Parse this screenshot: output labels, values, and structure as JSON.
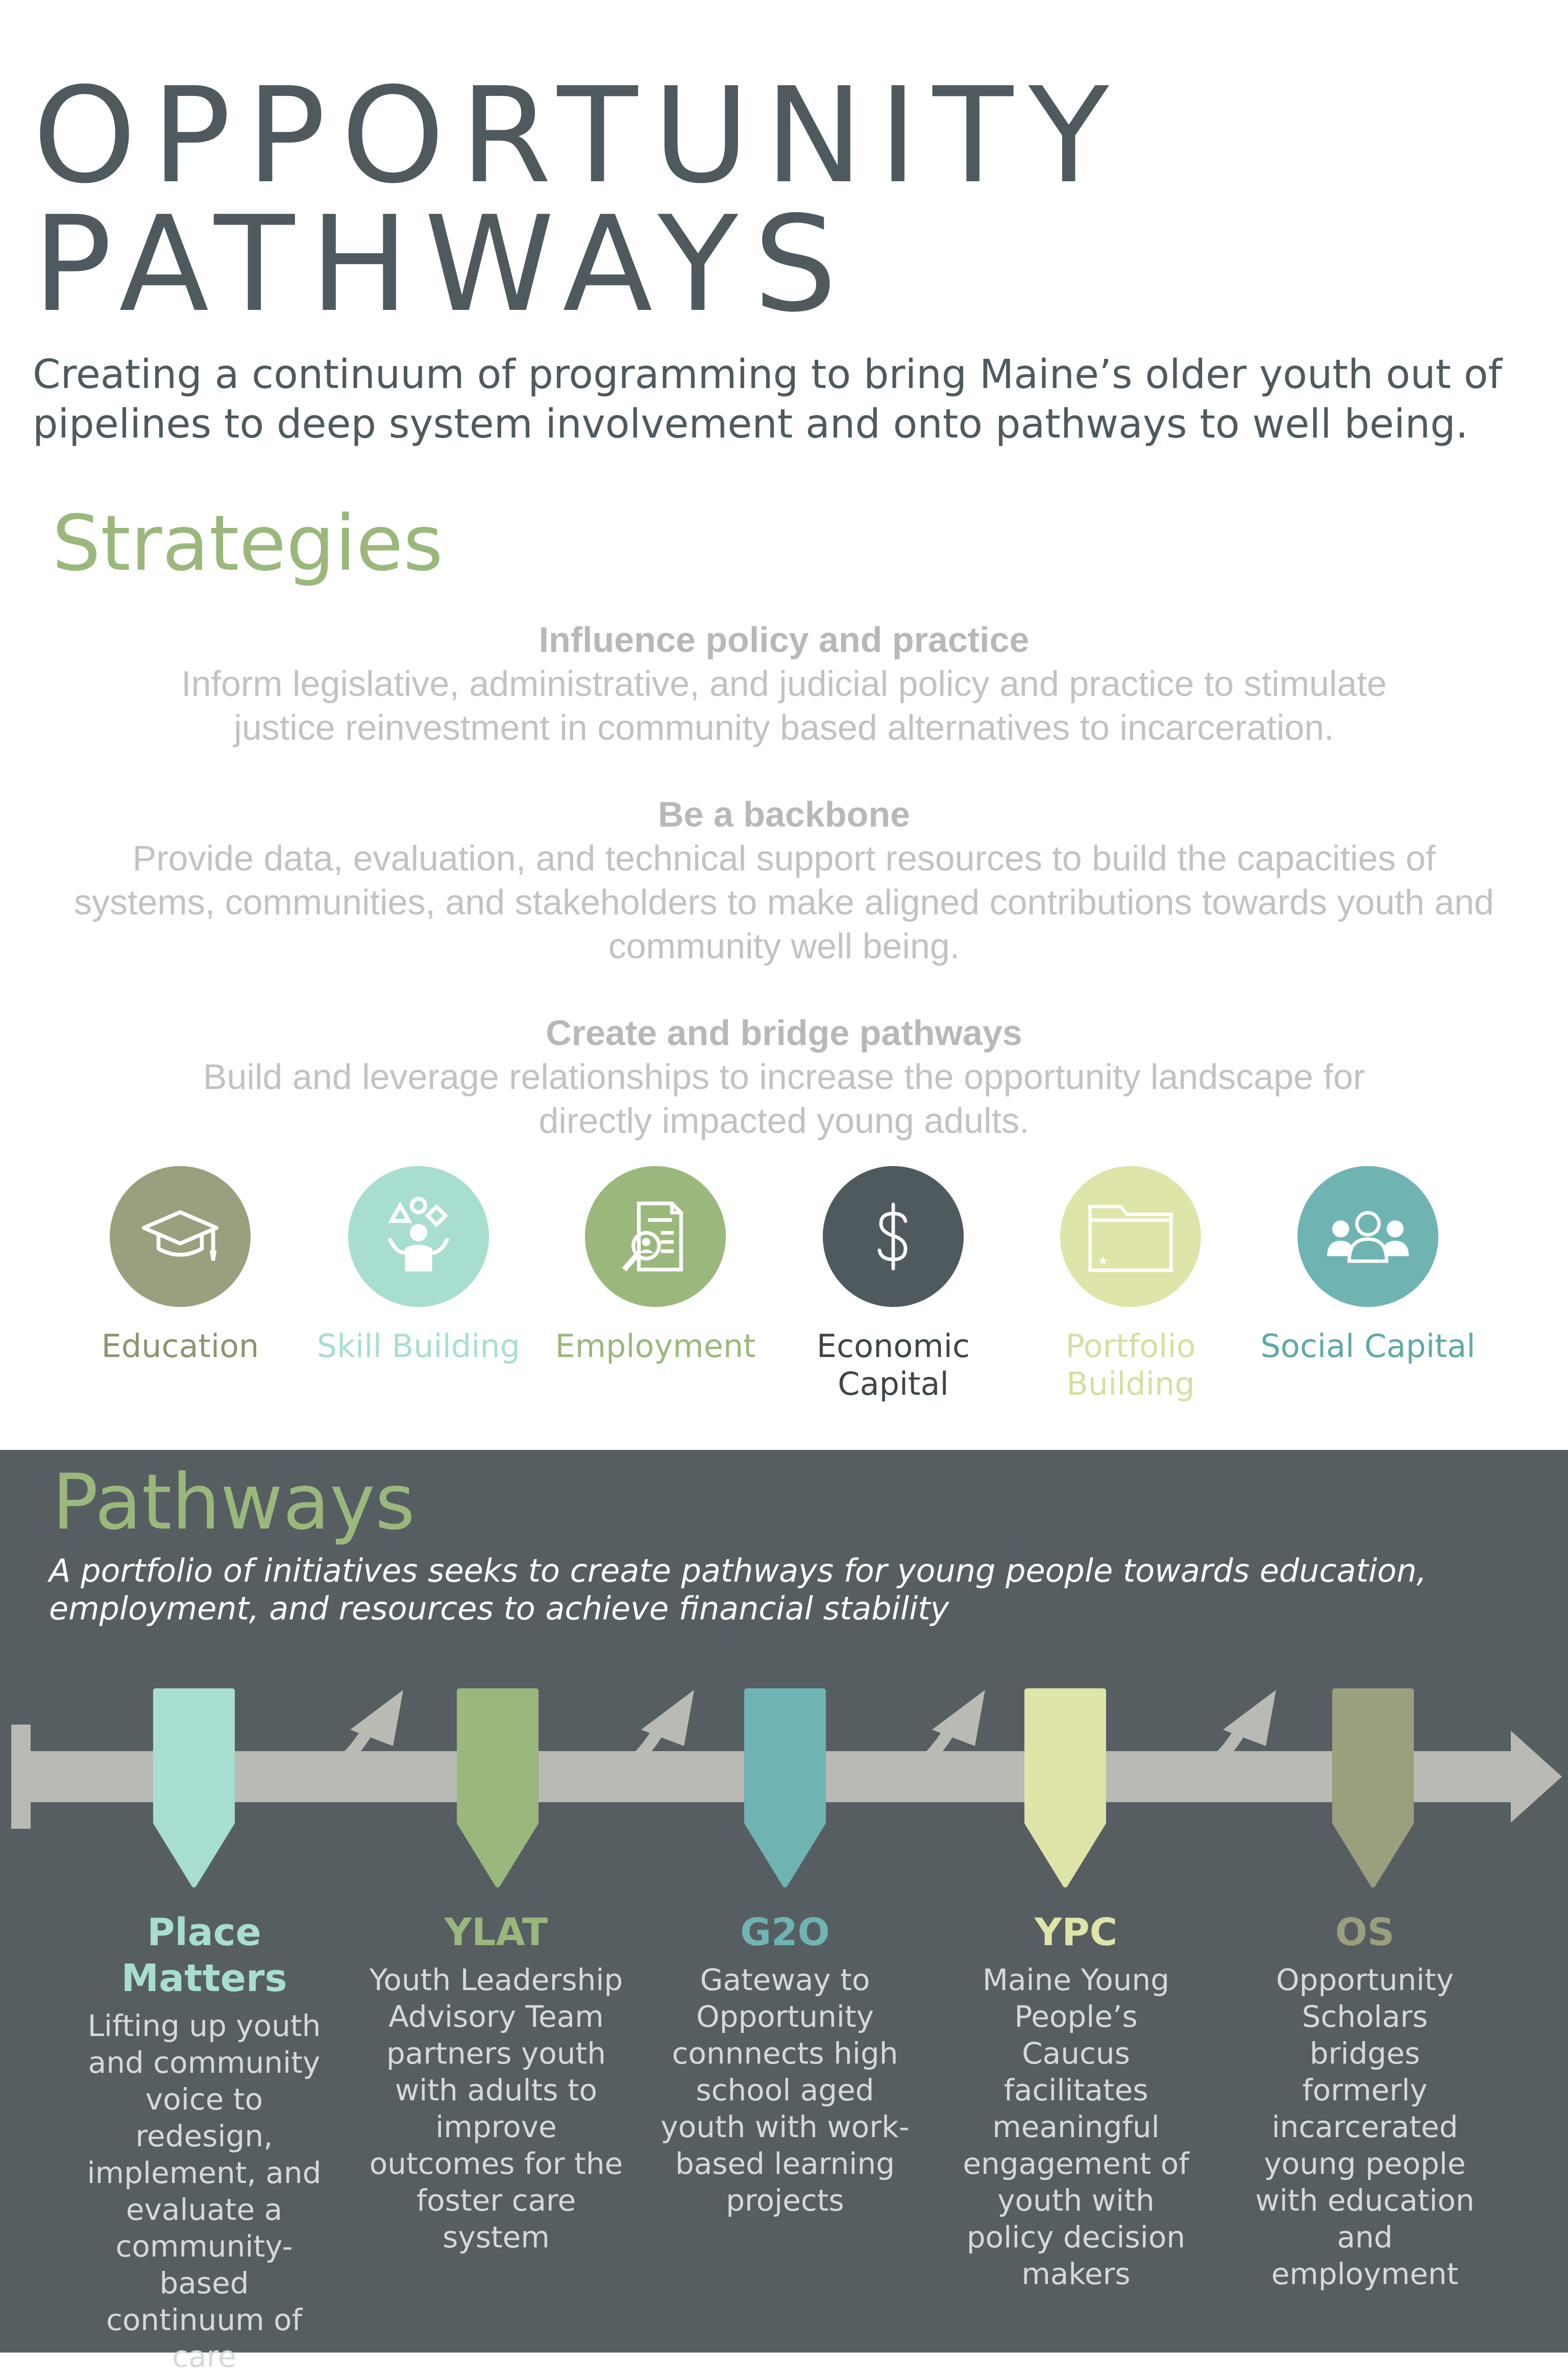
{
  "header": {
    "title_line1": "OPPORTUNITY",
    "title_line2": "PATHWAYS",
    "subtitle": "Creating a continuum of programming to bring Maine’s older youth out of pipelines to deep system involvement and onto pathways to well being."
  },
  "strategies": {
    "heading": "Strategies",
    "items": [
      {
        "title": "Influence policy and practice",
        "description": "Inform legislative, administrative, and judicial policy and practice to stimulate justice reinvestment in community based alternatives to incarceration."
      },
      {
        "title": "Be a backbone",
        "description": "Provide data, evaluation, and technical support resources to build the capacities of systems, communities, and stakeholders to make aligned contributions towards youth and community well being."
      },
      {
        "title": "Create and bridge pathways",
        "description": "Build and leverage relationships to increase the opportunity landscape for directly impacted young adults."
      }
    ]
  },
  "focus_areas": [
    {
      "label": "Education",
      "icon": "graduation-cap-icon",
      "circle_color": "#9a9f7e",
      "label_color": "#8f9470"
    },
    {
      "label": "Skill Building",
      "icon": "juggling-person-icon",
      "circle_color": "#a8ded1",
      "label_color": "#a8ded1"
    },
    {
      "label": "Employment",
      "icon": "resume-search-icon",
      "circle_color": "#9bb87c",
      "label_color": "#9bb87c"
    },
    {
      "label": "Economic Capital",
      "icon": "dollar-icon",
      "circle_color": "#4f5a5f",
      "label_color": "#3f4649"
    },
    {
      "label": "Portfolio Building",
      "icon": "folder-icon",
      "circle_color": "#dfe5a9",
      "label_color": "#d8dea2"
    },
    {
      "label": "Social Capital",
      "icon": "group-icon",
      "circle_color": "#6fb4b3",
      "label_color": "#5fa9a8"
    }
  ],
  "pathways": {
    "heading": "Pathways",
    "intro": "A portfolio of initiatives seeks to create pathways for young people towards education, employment, and resources to achieve financial stability",
    "programs": [
      {
        "name": "Place Matters",
        "color": "#a8ded1",
        "description": "Lifting up youth and community voice to redesign, implement, and evaluate a community-based continuum of care"
      },
      {
        "name": "YLAT",
        "color": "#9bb87c",
        "description": "Youth Leadership Advisory Team partners youth with adults to improve outcomes for the foster care system"
      },
      {
        "name": "G2O",
        "color": "#6fb4b3",
        "description": "Gateway to Opportunity connnects high school aged youth with work-based learning projects"
      },
      {
        "name": "YPC",
        "color": "#dfe5a9",
        "description": "Maine Young People’s Caucus facilitates meaningful engagement of youth with policy decision makers"
      },
      {
        "name": "OS",
        "color": "#9a9f7e",
        "description": "Opportunity Scholars bridges formerly incarcerated young people with education and employment"
      }
    ]
  }
}
